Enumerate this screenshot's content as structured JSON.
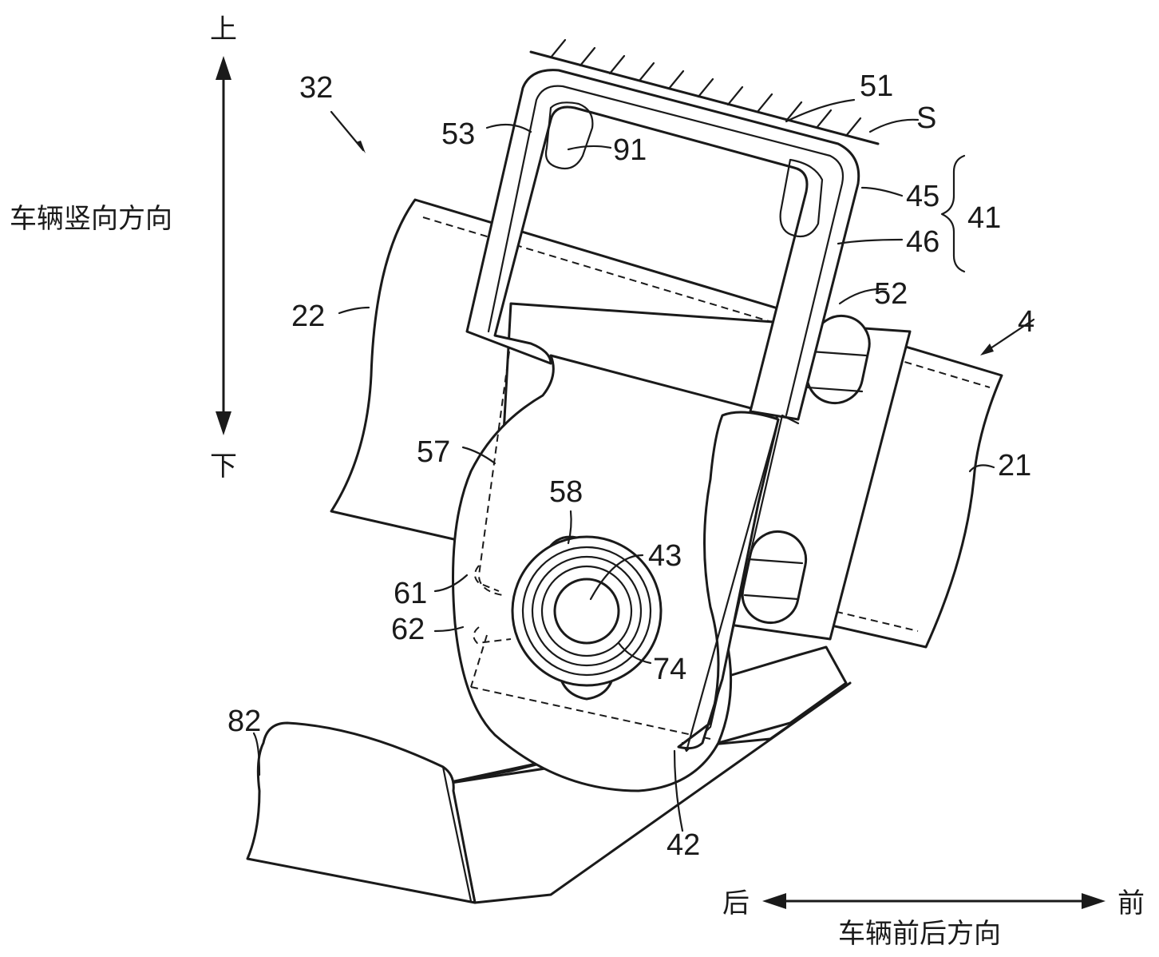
{
  "labels": {
    "ref_32": "32",
    "ref_51": "51",
    "ref_S": "S",
    "ref_53": "53",
    "ref_91": "91",
    "ref_45": "45",
    "ref_41": "41",
    "ref_46": "46",
    "ref_52": "52",
    "ref_22": "22",
    "ref_4": "4",
    "ref_57": "57",
    "ref_21": "21",
    "ref_58": "58",
    "ref_43": "43",
    "ref_61": "61",
    "ref_62": "62",
    "ref_74": "74",
    "ref_82": "82",
    "ref_42": "42"
  },
  "axes": {
    "vertical_top": "上",
    "vertical_bottom": "下",
    "vertical_caption": "车辆竖向方向",
    "horizontal_left": "后",
    "horizontal_right": "前",
    "horizontal_caption": "车辆前后方向"
  }
}
